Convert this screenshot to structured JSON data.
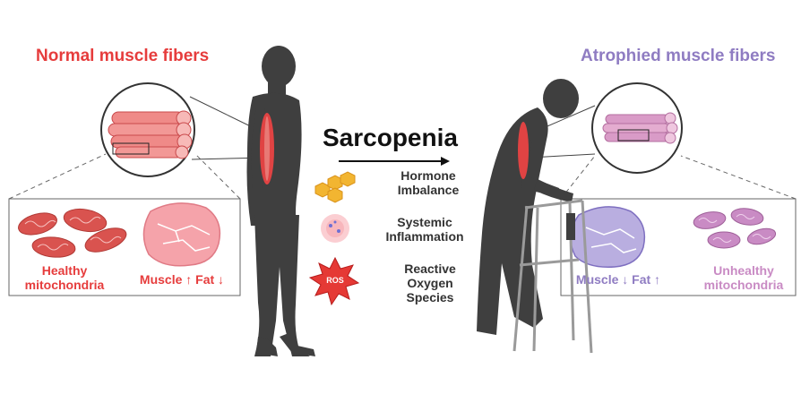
{
  "titles": {
    "left": "Normal muscle fibers",
    "right": "Atrophied muscle fibers",
    "center": "Sarcopenia"
  },
  "factors": [
    {
      "label_line1": "Hormone",
      "label_line2": "Imbalance"
    },
    {
      "label_line1": "Systemic",
      "label_line2": "Inflammation"
    },
    {
      "label_line1": "Reactive",
      "label_line2": "Oxygen",
      "label_line3": "Species"
    }
  ],
  "ros_label": "ROS",
  "left_panel": {
    "mito_line1": "Healthy",
    "mito_line2": "mitochondria",
    "muscle_text": "Muscle ↑ Fat ↓"
  },
  "right_panel": {
    "muscle_text": "Muscle ↓ Fat ↑",
    "mito_line1": "Unhealthy",
    "mito_line2": "mitochondria"
  },
  "colors": {
    "healthy_red": "#e63c3c",
    "atrophy_purple": "#8f7cc2",
    "unhealthy_pink": "#c98bc4",
    "silhouette": "#3f3f3f",
    "hormone_hex": "#f2b531"
  }
}
